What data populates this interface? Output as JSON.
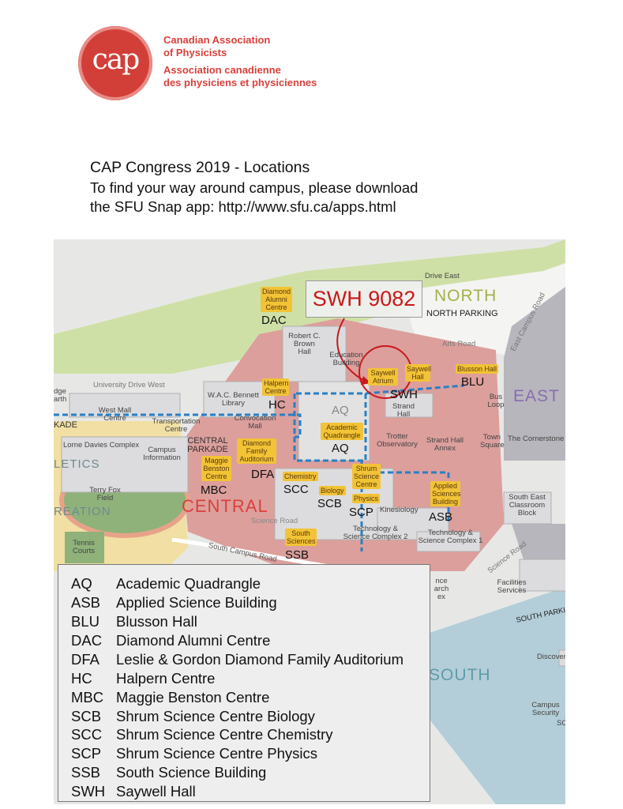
{
  "header": {
    "logo_text": "cap",
    "org_en": [
      "Canadian Association",
      "of Physicists"
    ],
    "org_fr": [
      "Association canadienne",
      "des physiciens et physiciennes"
    ]
  },
  "title": "CAP Congress 2019 - Locations",
  "subtitle": [
    "To find your way around campus, please download",
    "the SFU Snap app: http://www.sfu.ca/apps.html"
  ],
  "map": {
    "room_callout": "SWH 9082",
    "zones": {
      "north": "NORTH",
      "east": "EAST",
      "central": "CENTRAL",
      "south": "SOUTH",
      "athletics": "LETICS",
      "recreation": "REATION"
    },
    "roads": {
      "drive_east": "Drive East",
      "university_drive_west": "University Drive West",
      "arts_road": "Arts Road",
      "east_campus_road": "East Campus Road",
      "science_road": "Science Road",
      "science_road_2": "Science Road",
      "south_campus_road": "South Campus Road",
      "south_parking": "SOUTH PARKING",
      "north_parking": "NORTH PARKING",
      "central_parkade": "CENTRAL PARKADE",
      "parkade_west": "KADE"
    },
    "buildings": {
      "robert_brown": "Robert C. Brown Hall",
      "education": "Education Building",
      "strand_hall": "Strand Hall",
      "bus_loop": "Bus Loop",
      "library": "W.A.C. Bennett Library",
      "convocation_mall": "Convocation Mall",
      "west_mall": "West Mall Centre",
      "transportation": "Transportation Centre",
      "lorne_davies": "Lorne Davies Complex",
      "campus_info": "Campus Information",
      "aq_grey": "AQ",
      "terry_fox": "Terry Fox Field",
      "tennis": "Tennis Courts",
      "trotter": "Trotter Observatory",
      "strand_annex": "Strand Hall Annex",
      "town_square": "Town Square",
      "cornerstone": "The Cornerstone",
      "kinesiology": "Kinesiology",
      "tasc2": "Technology & Science Complex 2",
      "tasc1": "Technology & Science Complex 1",
      "se_classroom": "South East Classroom Block",
      "facilities": "Facilities Services",
      "discovery": "Discover",
      "security": "Campus Security",
      "edge_earth": "dge arth",
      "sc": "SC",
      "research": "nce arch ex"
    },
    "tags": {
      "dac": "Diamond Alumni Centre",
      "saywell_atrium": "Saywell Atrium",
      "saywell_hall": "Saywell Hall",
      "blusson": "Blusson Hall",
      "halpern": "Halpern Centre",
      "aq": "Academic Quadrangle",
      "mbc": "Maggie Benston Centre",
      "dfa": "Diamond Family Auditorium",
      "chemistry": "Chemistry",
      "biology": "Biology",
      "shrum": "Shrum Science Centre",
      "physics": "Physics",
      "asb": "Applied Sciences Building",
      "ssb": "South Sciences"
    },
    "abbrs": {
      "dac": "DAC",
      "blu": "BLU",
      "swh": "SWH",
      "hc": "HC",
      "aq": "AQ",
      "mbc": "MBC",
      "dfa": "DFA",
      "scc": "SCC",
      "scb": "SCB",
      "scp": "SCP",
      "asb": "ASB",
      "ssb": "SSB"
    },
    "colors": {
      "callout": "#c8191c",
      "route": "#2a7fc4",
      "central": "#dc9f9c",
      "south": "#b3ced8",
      "north": "#cfe0a6",
      "tag": "#f2c335"
    }
  },
  "legend": [
    {
      "abbr": "AQ",
      "name": "Academic Quadrangle"
    },
    {
      "abbr": "ASB",
      "name": "Applied Science Building"
    },
    {
      "abbr": "BLU",
      "name": "Blusson Hall"
    },
    {
      "abbr": "DAC",
      "name": "Diamond Alumni Centre"
    },
    {
      "abbr": "DFA",
      "name": "Leslie & Gordon Diamond Family Auditorium"
    },
    {
      "abbr": "HC",
      "name": "Halpern Centre"
    },
    {
      "abbr": "MBC",
      "name": "Maggie Benston Centre"
    },
    {
      "abbr": "SCB",
      "name": "Shrum Science Centre Biology"
    },
    {
      "abbr": "SCC",
      "name": "Shrum Science Centre Chemistry"
    },
    {
      "abbr": "SCP",
      "name": "Shrum Science Centre Physics"
    },
    {
      "abbr": "SSB",
      "name": "South Science Building"
    },
    {
      "abbr": "SWH",
      "name": "Saywell Hall"
    }
  ]
}
